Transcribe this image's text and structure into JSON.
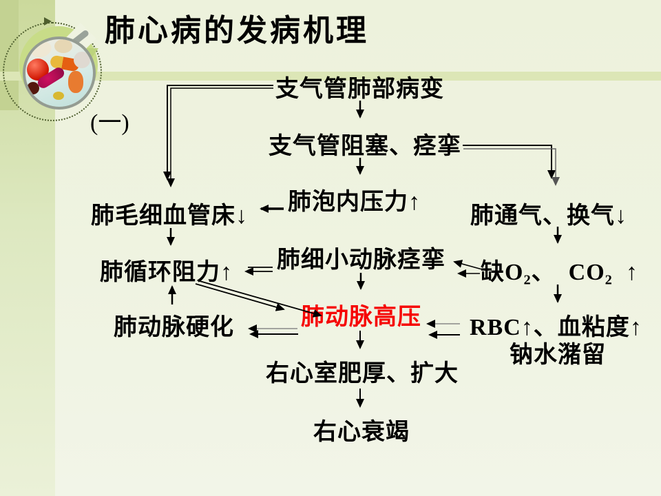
{
  "slide": {
    "title": "肺心病的发病机理",
    "section_label": "(一)",
    "colors": {
      "background": "#eff3e1",
      "left_bar": "#cbd99c",
      "band": "#dce6b6",
      "node_text": "#000000",
      "highlight_node": "#f60505"
    },
    "decoration": "pills-photo-badge"
  },
  "diagram": {
    "nodes": [
      {
        "id": "bronchopulmonary-lesion",
        "label": "支气管肺部病变"
      },
      {
        "id": "bronchial-obstruction-spasm",
        "label": "支气管阻塞、痉挛"
      },
      {
        "id": "alveolar-pressure-up",
        "label": "肺泡内压力↑"
      },
      {
        "id": "pulmonary-capillary-bed-down",
        "label": "肺毛细血管床↓"
      },
      {
        "id": "pulmonary-circulation-resistance-up",
        "label": "肺循环阻力↑"
      },
      {
        "id": "pulmonary-artery-sclerosis",
        "label": "肺动脉硬化"
      },
      {
        "id": "pulmonary-arteriole-spasm",
        "label": "肺细小动脉痉挛"
      },
      {
        "id": "pulmonary-hypertension",
        "label": "肺动脉高压",
        "highlight": true
      },
      {
        "id": "rv-hypertrophy-dilation",
        "label": "右心室肥厚、扩大"
      },
      {
        "id": "right-heart-failure",
        "label": "右心衰竭"
      },
      {
        "id": "ventilation-exchange-down",
        "label": "肺通气、换气↓"
      },
      {
        "id": "hypoxia-hypercapnia",
        "label": "缺O₂、  CO₂  ↑"
      },
      {
        "id": "rbc-blood-viscosity-up",
        "label": "RBC↑、血粘度↑"
      },
      {
        "id": "sodium-water-retention",
        "label": "钠水潴留"
      }
    ],
    "edges": [
      {
        "from": "bronchopulmonary-lesion",
        "to": "bronchial-obstruction-spasm",
        "style": "single-down"
      },
      {
        "from": "bronchopulmonary-lesion",
        "to": "pulmonary-capillary-bed-down",
        "style": "double-elbow-left"
      },
      {
        "from": "bronchial-obstruction-spasm",
        "to": "alveolar-pressure-up",
        "style": "single-down"
      },
      {
        "from": "bronchial-obstruction-spasm",
        "to": "ventilation-exchange-down",
        "style": "double-elbow-right"
      },
      {
        "from": "alveolar-pressure-up",
        "to": "pulmonary-capillary-bed-down",
        "style": "bold-left"
      },
      {
        "from": "pulmonary-capillary-bed-down",
        "to": "pulmonary-circulation-resistance-up",
        "style": "single-down"
      },
      {
        "from": "pulmonary-arteriole-spasm",
        "to": "pulmonary-circulation-resistance-up",
        "style": "double-left"
      },
      {
        "from": "pulmonary-artery-sclerosis",
        "to": "pulmonary-circulation-resistance-up",
        "style": "single-up"
      },
      {
        "from": "pulmonary-circulation-resistance-up",
        "to": "pulmonary-hypertension",
        "style": "double-diagonal"
      },
      {
        "from": "pulmonary-arteriole-spasm",
        "to": "pulmonary-hypertension",
        "style": "single-down"
      },
      {
        "from": "pulmonary-hypertension",
        "to": "pulmonary-artery-sclerosis",
        "style": "double-left"
      },
      {
        "from": "ventilation-exchange-down",
        "to": "hypoxia-hypercapnia",
        "style": "single-down"
      },
      {
        "from": "hypoxia-hypercapnia",
        "to": "pulmonary-arteriole-spasm",
        "style": "double-left"
      },
      {
        "from": "hypoxia-hypercapnia",
        "to": "rbc-blood-viscosity-up",
        "style": "single-down"
      },
      {
        "from": "rbc-blood-viscosity-up",
        "to": "pulmonary-hypertension",
        "style": "double-left"
      },
      {
        "from": "pulmonary-hypertension",
        "to": "rv-hypertrophy-dilation",
        "style": "single-down"
      },
      {
        "from": "rv-hypertrophy-dilation",
        "to": "right-heart-failure",
        "style": "single-down"
      }
    ]
  }
}
